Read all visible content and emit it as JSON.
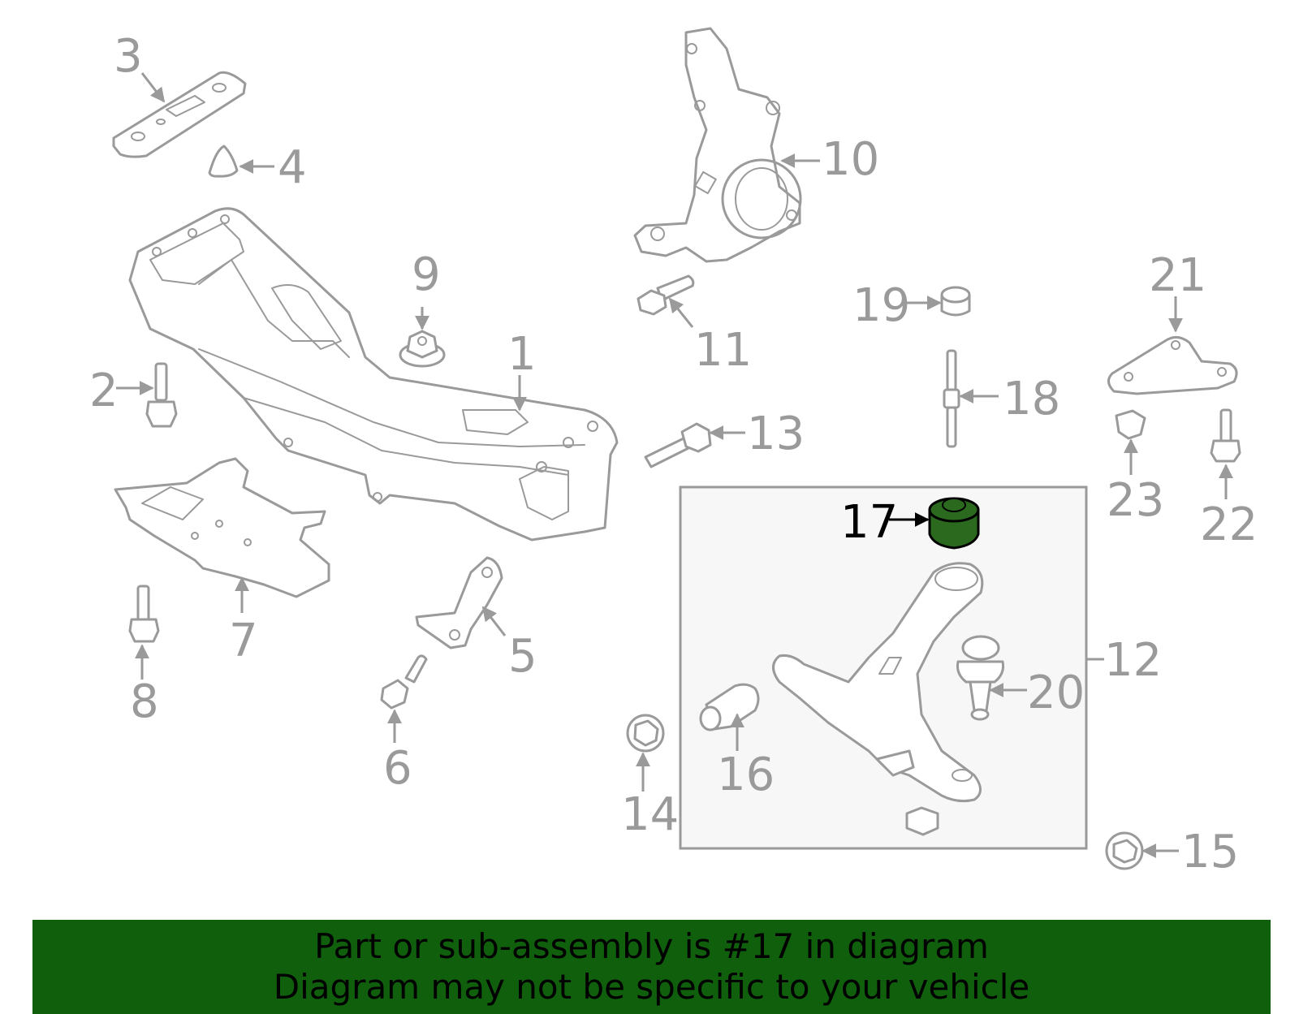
{
  "callouts": {
    "c1": "1",
    "c2": "2",
    "c3": "3",
    "c4": "4",
    "c5": "5",
    "c6": "6",
    "c7": "7",
    "c8": "8",
    "c9": "9",
    "c10": "10",
    "c11": "11",
    "c12": "12",
    "c13": "13",
    "c14": "14",
    "c15": "15",
    "c16": "16",
    "c17": "17",
    "c18": "18",
    "c19": "19",
    "c20": "20",
    "c21": "21",
    "c22": "22",
    "c23": "23"
  },
  "highlight": {
    "part": "17",
    "color": "#2b6a1e"
  },
  "colors": {
    "line": "#9a9a9a",
    "footer_bg": "#0f5f0c",
    "box_bg": "#f7f7f7"
  },
  "footer": {
    "line1": "Part or sub-assembly is #17 in diagram",
    "line2": "Diagram may not be specific to your vehicle"
  }
}
